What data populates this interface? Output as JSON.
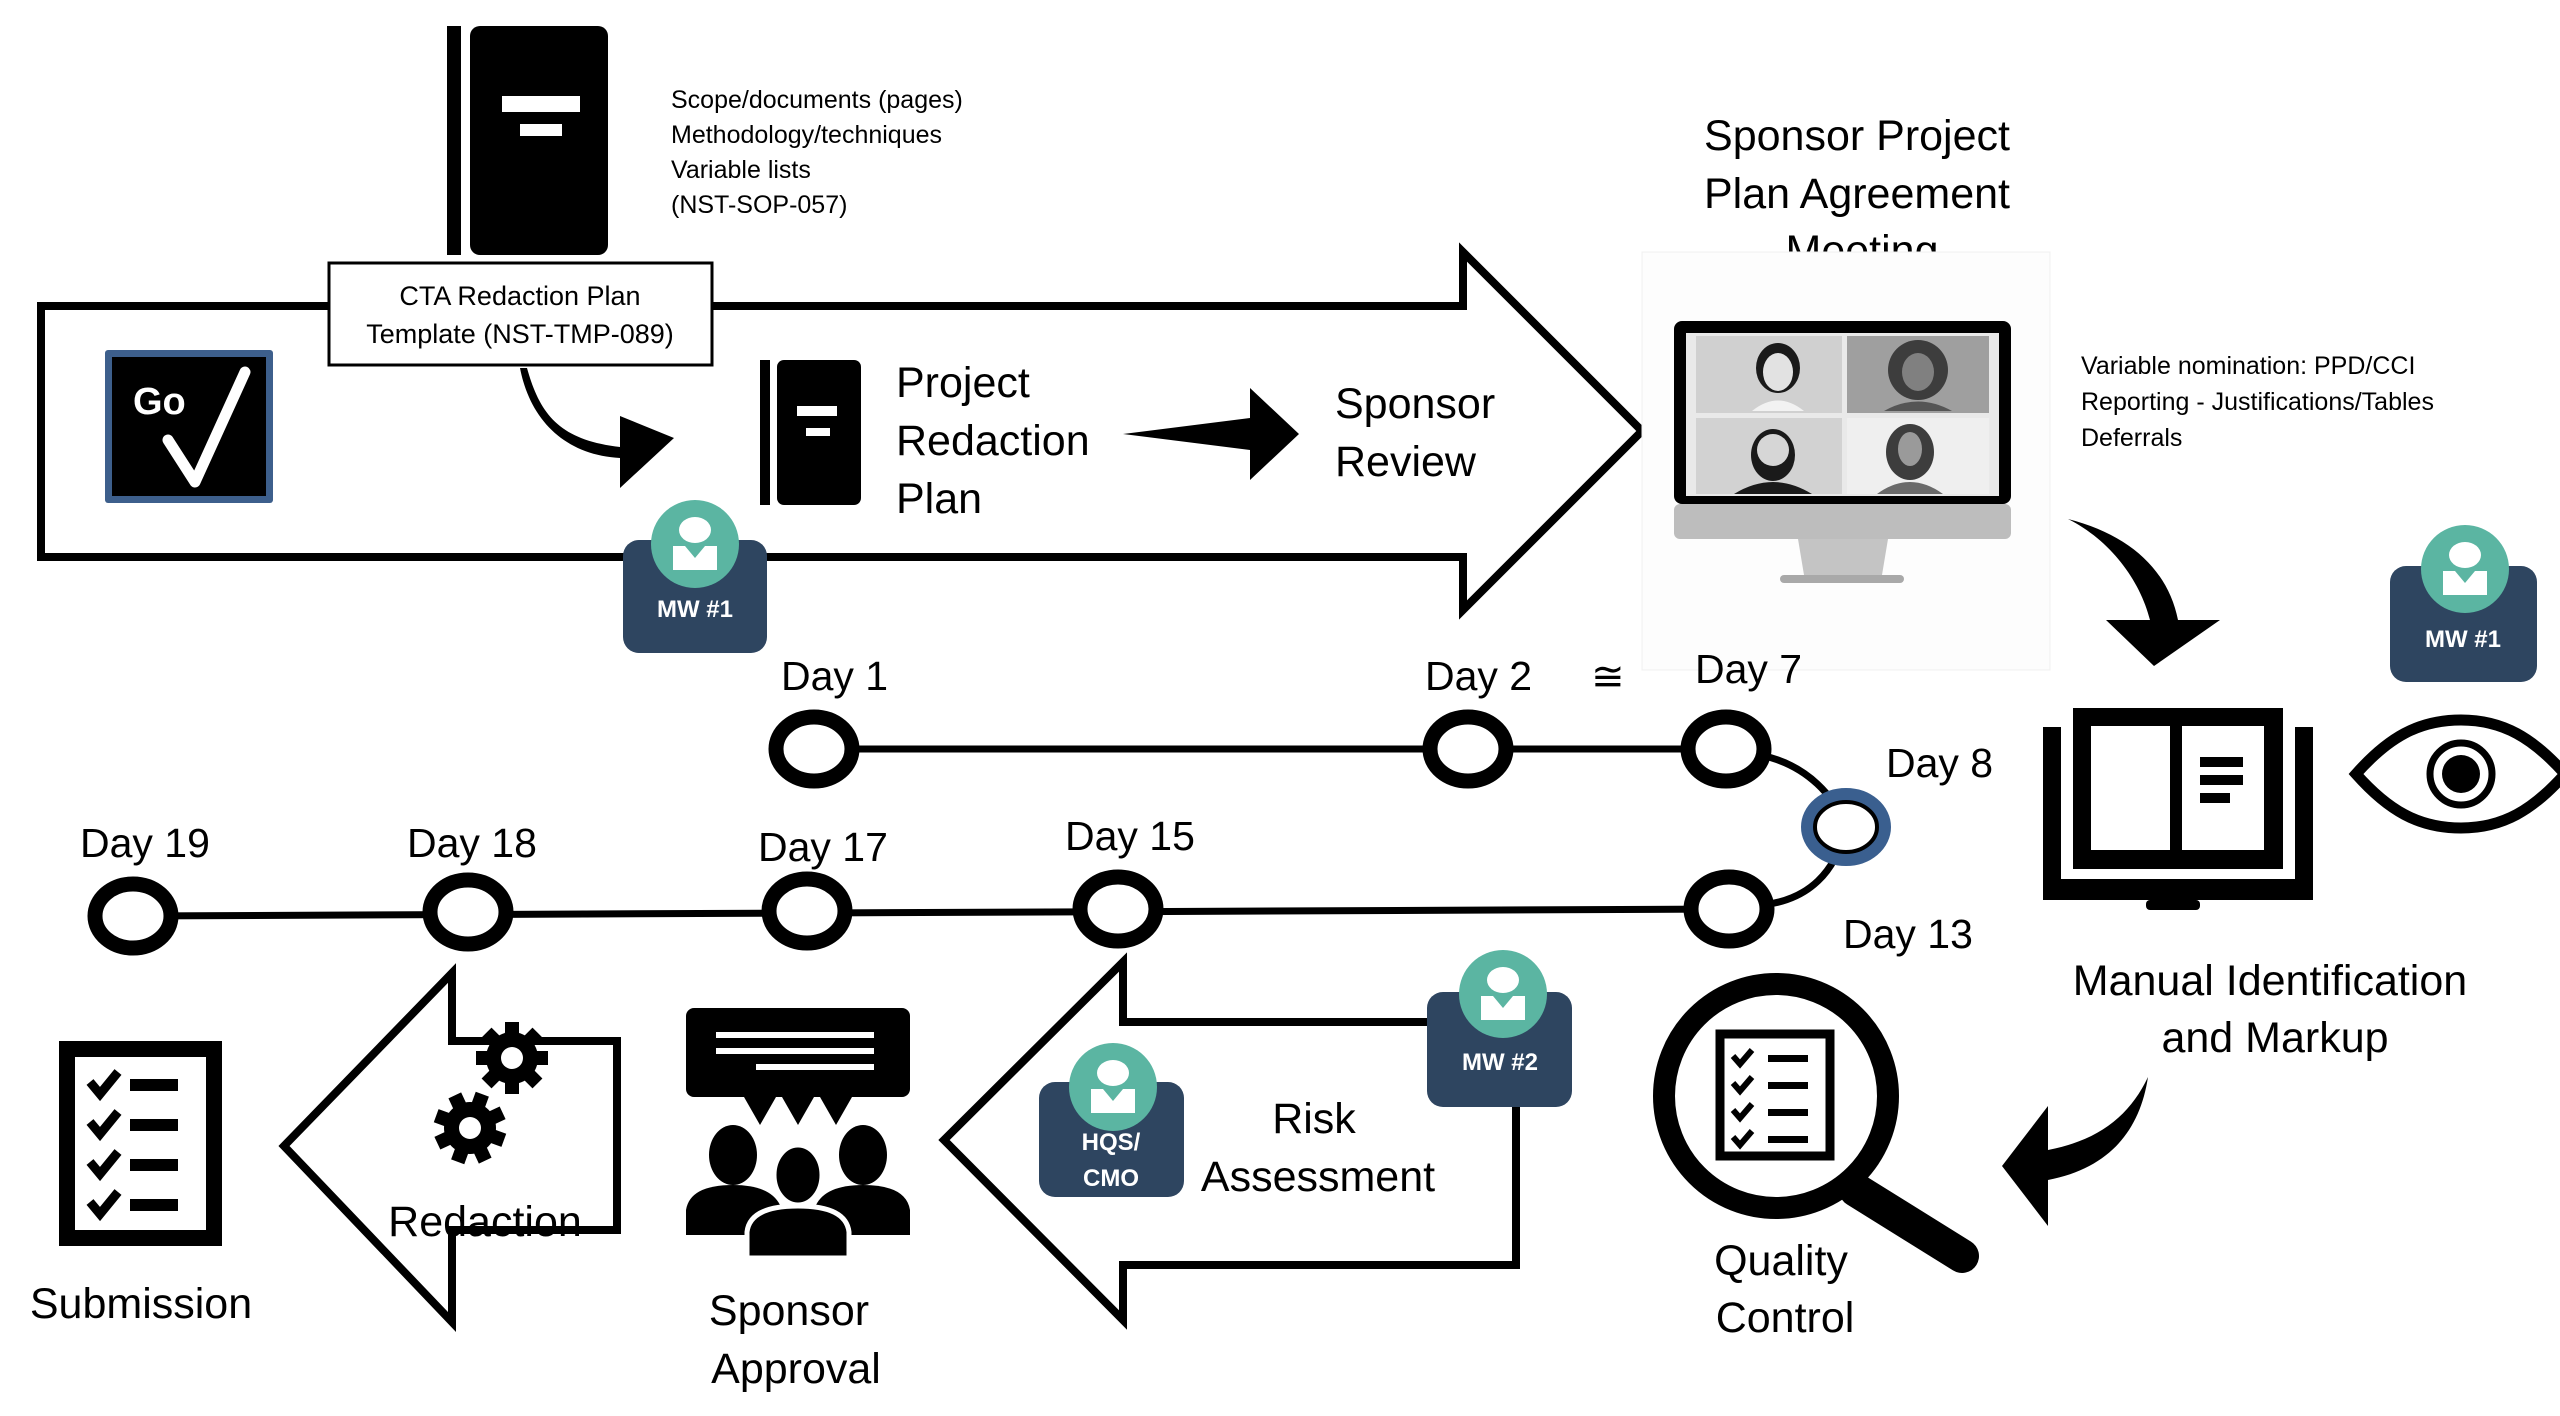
{
  "colors": {
    "badge_bg": "#2e4560",
    "badge_person": "#5bb5a2",
    "go_border": "#3d5f8c",
    "day8_ring": "#3a5f8f"
  },
  "template_doc": {
    "notes": [
      "Scope/documents (pages)",
      "Methodology/techniques",
      "Variable lists",
      "(NST-SOP-057)"
    ],
    "box_lines": [
      "CTA Redaction Plan",
      "Template (NST-TMP-089)"
    ],
    "icon": "document-icon"
  },
  "go_box": {
    "label": "Go",
    "icon": "checkmark-icon"
  },
  "steps": {
    "project_plan": {
      "lines": [
        "Project",
        "Redaction",
        "Plan"
      ],
      "icon": "document-icon"
    },
    "sponsor_review": {
      "lines": [
        "Sponsor",
        "Review"
      ]
    },
    "meeting": {
      "lines": [
        "Sponsor Project",
        "Plan Agreement",
        "Meeting"
      ],
      "icon": "video-call-monitor-icon",
      "notes": [
        "Variable nomination: PPD/CCI",
        "Reporting - Justifications/Tables",
        "Deferrals"
      ]
    },
    "markup": {
      "lines": [
        "Manual Identification",
        "and Markup"
      ],
      "icon": "open-book-icon",
      "extra_icon": "eye-icon"
    },
    "quality": {
      "lines": [
        "Quality",
        "Control"
      ],
      "icon": "magnifier-checklist-icon"
    },
    "risk": {
      "lines": [
        "Risk",
        "Assessment"
      ]
    },
    "approval": {
      "lines": [
        "Sponsor",
        "Approval"
      ],
      "icon": "group-discussion-icon"
    },
    "redaction": {
      "label": "Redaction",
      "icon": "gears-icon"
    },
    "submission": {
      "label": "Submission",
      "icon": "checklist-icon"
    }
  },
  "badges": {
    "mw1_top": "MW #1",
    "mw1_right": "MW #1",
    "mw2": "MW #2",
    "hqs": [
      "HQS/",
      "CMO"
    ]
  },
  "timeline": {
    "approx_symbol": "≅",
    "days": [
      "Day 1",
      "Day 2",
      "Day 7",
      "Day 8",
      "Day 13",
      "Day 15",
      "Day 17",
      "Day 18",
      "Day 19"
    ]
  }
}
